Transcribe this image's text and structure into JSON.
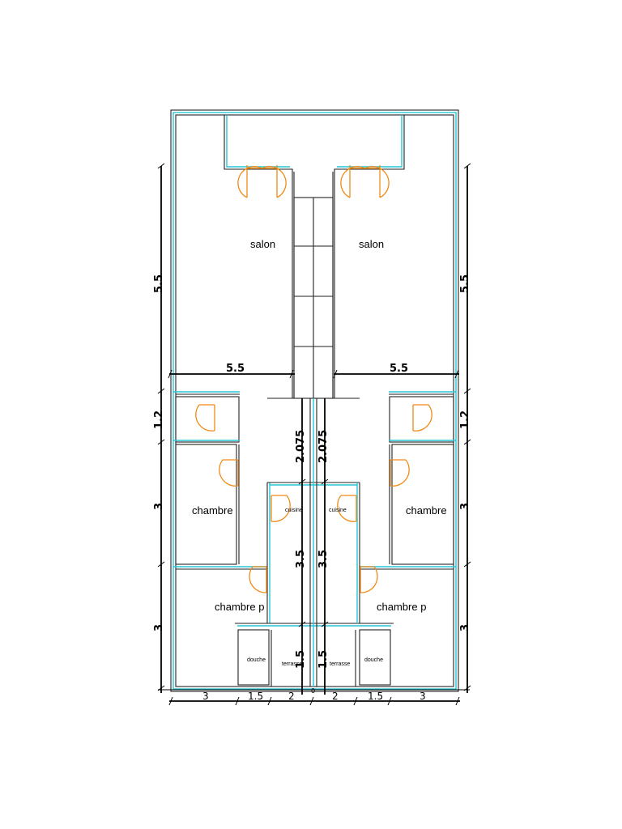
{
  "rooms": {
    "salon_left": "salon",
    "salon_right": "salon",
    "chambre_left": "chambre",
    "chambre_right": "chambre",
    "chambre_p_left": "chambre p",
    "chambre_p_right": "chambre p",
    "cuisine_left": "cuisine",
    "cuisine_right": "cuisine",
    "douche_left": "douche",
    "douche_right": "douche",
    "terrasse_left": "terrasse",
    "terrasse_right": "terrasse"
  },
  "dimensions": {
    "left_salon_height": "5.5",
    "right_salon_height": "5.5",
    "left_salon_width": "5.5",
    "right_salon_width": "5.5",
    "left_wc_height": "1.2",
    "right_wc_height": "1.2",
    "left_chambre_height": "3",
    "right_chambre_height": "3",
    "left_chambre_p_height": "3",
    "right_chambre_p_height": "3",
    "center_left_corridor": "2.075",
    "center_right_corridor": "2.075",
    "center_left_cuisine": "3.5",
    "center_right_cuisine": "3.5",
    "center_left_terrasse": "1.5",
    "center_right_terrasse": "1.5",
    "bottom": [
      "3",
      "1.5",
      "2",
      "2",
      "1.5",
      "3"
    ],
    "center_gap": "0"
  },
  "colors": {
    "wall_inner": "#27c6d6",
    "wall_outline": "#222222",
    "door": "#f08a16",
    "dimension": "#000000"
  }
}
